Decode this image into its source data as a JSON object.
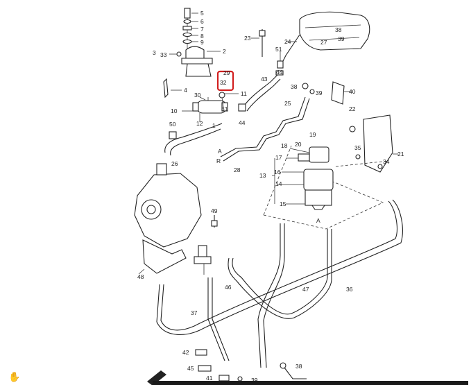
{
  "highlight": {
    "color": "#d21f1f",
    "part": "32"
  },
  "labels": [
    {
      "id": "p5",
      "text": "5"
    },
    {
      "id": "p6",
      "text": "6"
    },
    {
      "id": "p7",
      "text": "7"
    },
    {
      "id": "p8",
      "text": "8"
    },
    {
      "id": "p9",
      "text": "9"
    },
    {
      "id": "p2",
      "text": "2"
    },
    {
      "id": "p3",
      "text": "3"
    },
    {
      "id": "p33",
      "text": "33"
    },
    {
      "id": "p29",
      "text": "29"
    },
    {
      "id": "p32",
      "text": "32"
    },
    {
      "id": "p11",
      "text": "11"
    },
    {
      "id": "p4",
      "text": "4"
    },
    {
      "id": "p30",
      "text": "30"
    },
    {
      "id": "p31",
      "text": "31"
    },
    {
      "id": "p10",
      "text": "10"
    },
    {
      "id": "p12",
      "text": "12"
    },
    {
      "id": "p1",
      "text": "1"
    },
    {
      "id": "p23",
      "text": "23"
    },
    {
      "id": "p51",
      "text": "51"
    },
    {
      "id": "p44a",
      "text": "44"
    },
    {
      "id": "p43",
      "text": "43"
    },
    {
      "id": "p38a",
      "text": "38"
    },
    {
      "id": "p39a",
      "text": "39"
    },
    {
      "id": "p44b",
      "text": "44"
    },
    {
      "id": "p24",
      "text": "24"
    },
    {
      "id": "p38b",
      "text": "38"
    },
    {
      "id": "p39b",
      "text": "39"
    },
    {
      "id": "p27",
      "text": "27"
    },
    {
      "id": "p40",
      "text": "40"
    },
    {
      "id": "p22",
      "text": "22"
    },
    {
      "id": "p25",
      "text": "25"
    },
    {
      "id": "p50",
      "text": "50"
    },
    {
      "id": "p26",
      "text": "26"
    },
    {
      "id": "pA1",
      "text": "A"
    },
    {
      "id": "pR",
      "text": "R"
    },
    {
      "id": "p28",
      "text": "28"
    },
    {
      "id": "p19",
      "text": "19"
    },
    {
      "id": "p18",
      "text": "18"
    },
    {
      "id": "p20",
      "text": "20"
    },
    {
      "id": "p17",
      "text": "17"
    },
    {
      "id": "p16",
      "text": "16"
    },
    {
      "id": "p13",
      "text": "13"
    },
    {
      "id": "p14",
      "text": "14"
    },
    {
      "id": "p15",
      "text": "15"
    },
    {
      "id": "pA2",
      "text": "A"
    },
    {
      "id": "p35",
      "text": "35"
    },
    {
      "id": "p21",
      "text": "21"
    },
    {
      "id": "p34",
      "text": "34"
    },
    {
      "id": "p49",
      "text": "49"
    },
    {
      "id": "p48",
      "text": "48"
    },
    {
      "id": "p46",
      "text": "46"
    },
    {
      "id": "p47",
      "text": "47"
    },
    {
      "id": "p36",
      "text": "36"
    },
    {
      "id": "p37",
      "text": "37"
    },
    {
      "id": "p42",
      "text": "42"
    },
    {
      "id": "p45",
      "text": "45"
    },
    {
      "id": "p38c",
      "text": "38"
    },
    {
      "id": "p41",
      "text": "41"
    },
    {
      "id": "p39c",
      "text": "39"
    }
  ],
  "icons": {
    "hand": "hand-cursor-icon",
    "hand_glyph": "✋"
  }
}
